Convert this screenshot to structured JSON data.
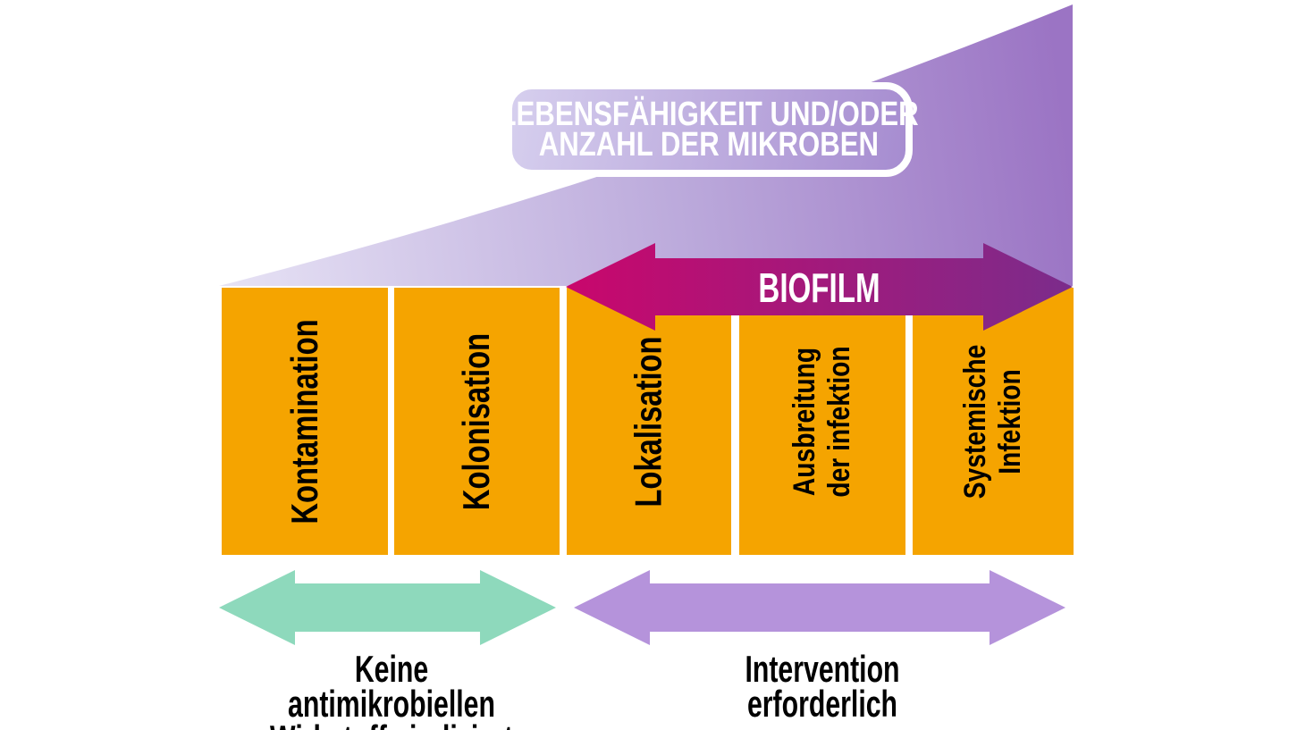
{
  "diagram": {
    "title": {
      "line1": "LEBENSFÄHIGKEIT UND/ODER",
      "line2": "ANZAHL DER MIKROBEN"
    },
    "biofilm": {
      "label": "BIOFILM"
    },
    "stages": [
      {
        "label": "Kontamination"
      },
      {
        "label": "Kolonisation"
      },
      {
        "label": "Lokalisation"
      },
      {
        "label": "Ausbreitung\nder infektion"
      },
      {
        "label": "Systemische\nInfektion"
      }
    ],
    "footer": {
      "no_antimicrobial": "Keine antimikrobiellen\nWirkstoffe indiziert",
      "intervention": "Intervention erforderlich"
    },
    "colors": {
      "stage_bar_orange": "#F5A400",
      "biofilm_gradient_start": "#C9076C",
      "biofilm_gradient_end": "#7B2C8B",
      "wedge_gradient_start": "#E7E3F5",
      "wedge_gradient_end": "#9B74C4",
      "title_box_gradient_start": "#D6CFEE",
      "title_box_gradient_end": "#A68CD0",
      "no_antimicrobial_arrow_teal": "#8ED9BC",
      "intervention_arrow_lavender": "#B593DB",
      "text_dark": "#000000",
      "text_light": "#FFFFFF"
    }
  }
}
